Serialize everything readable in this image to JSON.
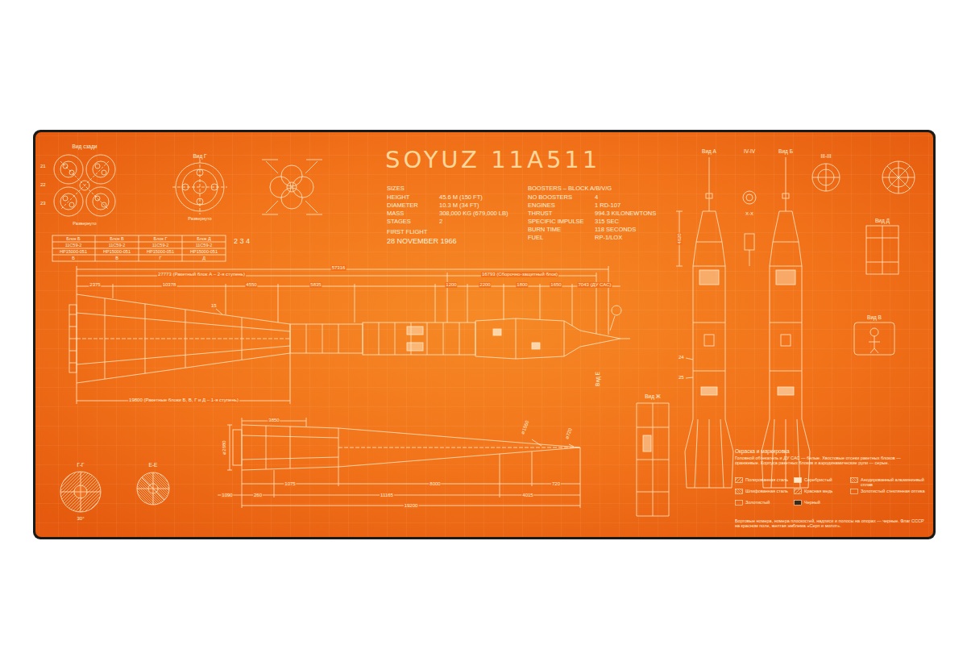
{
  "diagram": {
    "title": "SOYUZ 11A511",
    "labels": [
      "SIZES",
      "HEIGHT",
      "45.6 M (150 FT)",
      "DIAMETER",
      "10.3 M (34 FT)",
      "MASS",
      "308,000 KG (679,000 LB)",
      "STAGES",
      "2",
      "FIRST FLIGHT",
      "28 NOVEMBER 1966",
      "BOOSTERS – BLOCK A/B/V/G",
      "NO BOOSTERS",
      "4",
      "ENGINES",
      "1 RD-107",
      "THRUST",
      "994.3 KILONEWTONS",
      "SPECIFIC IMPULSE",
      "315 SEC",
      "BURN TIME",
      "118 SECONDS",
      "FUEL",
      "RP-1/LOX",
      "Вид сзади",
      "Вид Г",
      "Развернуто",
      "Блок Б",
      "Блок В",
      "Блок Г",
      "Блок Д",
      "11С59-2",
      "11С59-2",
      "11С59-2",
      "11С59-2",
      "НР15000-051",
      "НР15000-051",
      "НР15000-051",
      "НР15000-051",
      "Б",
      "В",
      "Г",
      "Д",
      "2 3 4",
      "21",
      "22",
      "23",
      "Развернуто",
      "57316",
      "27773 (Ракетный блок А – 2-я ступень)",
      "16793 (Сборочно-защитный блок)",
      "2375",
      "10378",
      "4550",
      "5835",
      "1200",
      "2200",
      "1800",
      "1650",
      "7043 (ДУ САС)",
      "19800 (Ракетные блоки Б, В, Г и Д – 1-я ступень)",
      "15",
      "3850",
      "1075",
      "8000",
      "720",
      "1090",
      "260",
      "11165",
      "4015",
      "19200",
      "⌀2680",
      "⌀1550",
      "⌀720",
      "Г-Г",
      "Е-Е",
      "30°",
      "Вид Ж",
      "Вид А",
      "IV-IV",
      "Вид Б",
      "III-III",
      "4620",
      "X-X",
      "24",
      "25",
      "Вид Д",
      "Вид В",
      "Вид Е",
      "Окраска и маркировка",
      "Головной обтекатель и ДУ САС — белые. Хвостовые отсеки ракетных блоков — оранжевые. Корпуса ракетных блоков и аэродинамические рули — серые.",
      "Бортовые номера, номера плоскостей, надписи и полосы на опорах — черные. Флаг СССР на красном поле, желтая эмблема «Серп и молот»."
    ],
    "legend": [
      {
        "text": "Полированная сталь"
      },
      {
        "text": "Серебристый"
      },
      {
        "text": "Анодированный алюминиевый сплав"
      },
      {
        "text": "Шлифованная сталь"
      },
      {
        "text": "Красная медь"
      },
      {
        "text": "Золотистый стеклянная оптика"
      },
      {
        "text": "Золотистый"
      },
      {
        "text": "Черный"
      }
    ]
  }
}
